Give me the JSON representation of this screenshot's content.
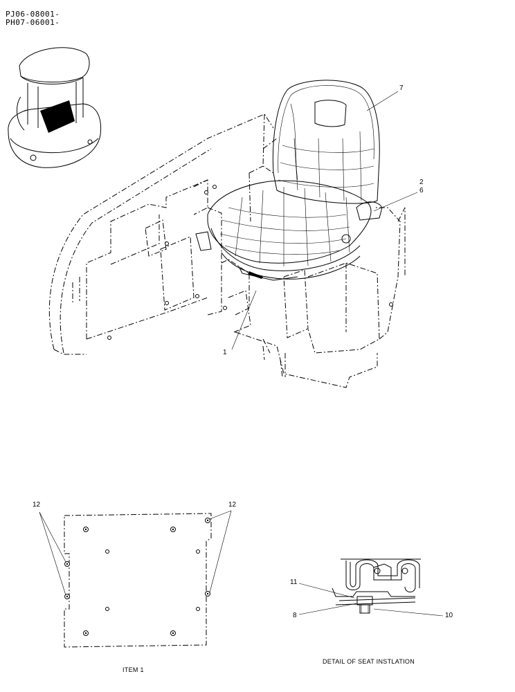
{
  "serials": [
    "PJ06-08001-",
    "PH07-06001-"
  ],
  "callouts": {
    "c7": "7",
    "c2": "2",
    "c6": "6",
    "c1": "1",
    "c12a": "12",
    "c12b": "12",
    "c11": "11",
    "c8": "8",
    "c10": "10"
  },
  "captions": {
    "item1": "ITEM 1",
    "detail": "DETAIL OF SEAT INSTLATION"
  }
}
